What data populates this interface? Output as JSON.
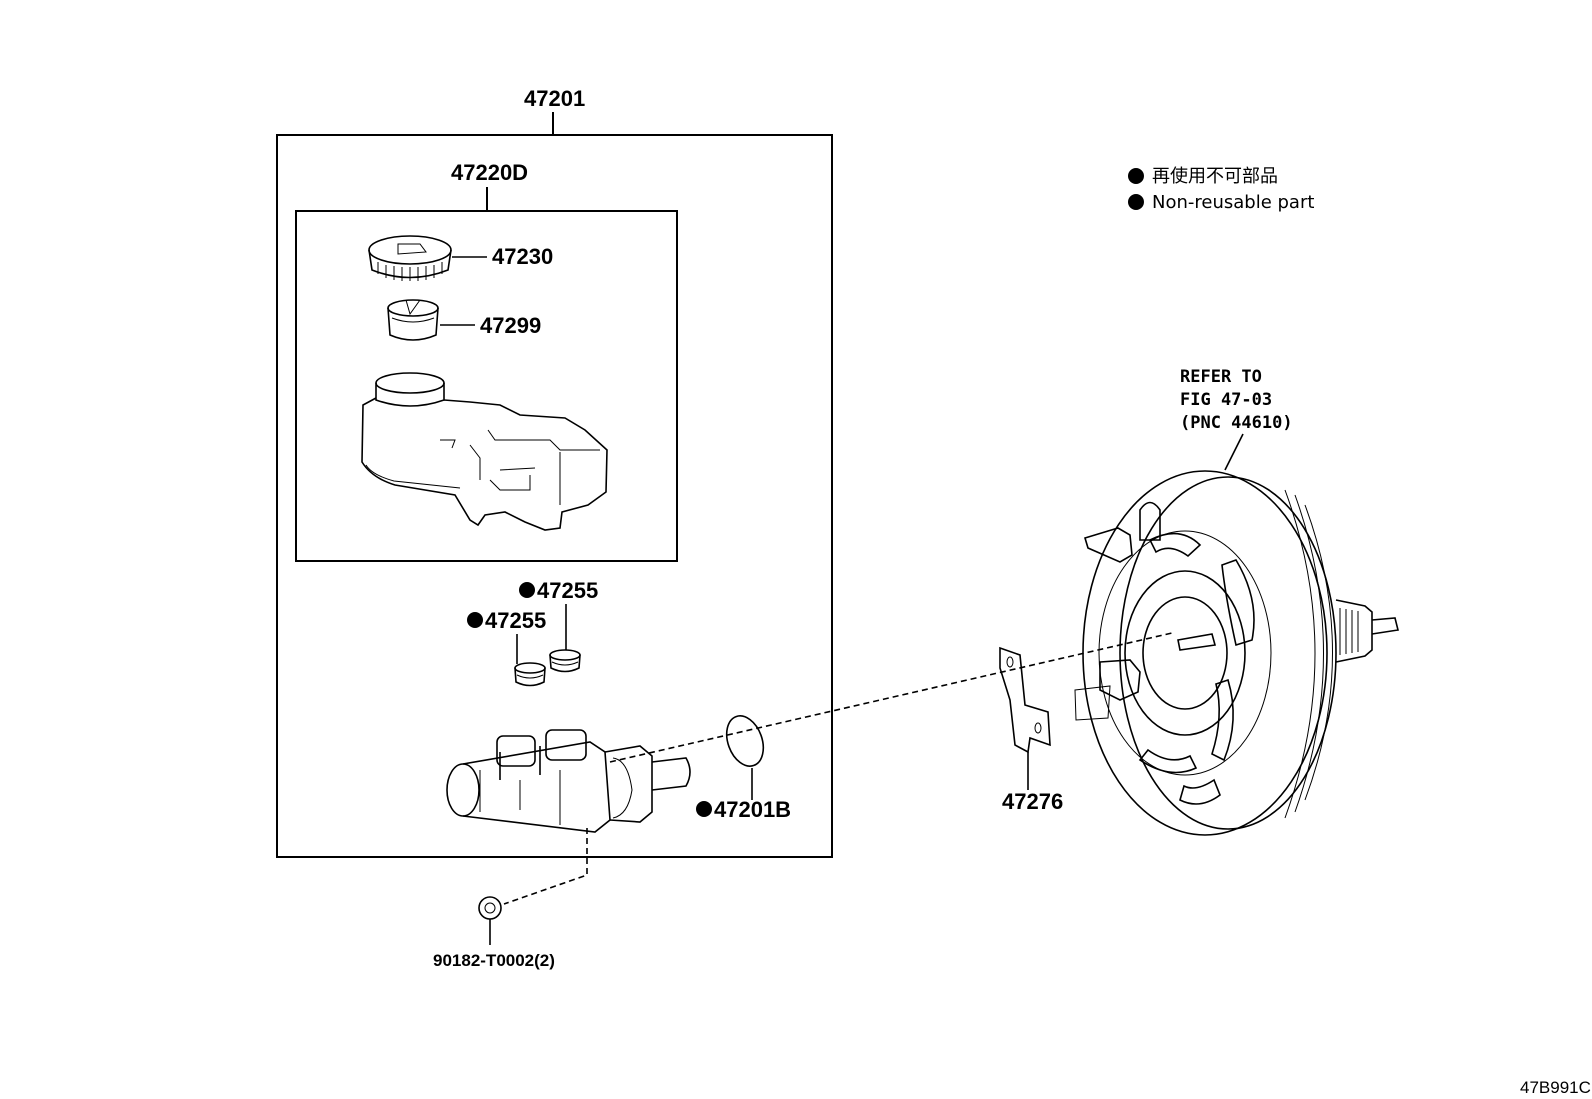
{
  "labels": {
    "assembly": "47201",
    "reservoir_set": "47220D",
    "cap": "47230",
    "strainer": "47299",
    "grommet_a": "47255",
    "grommet_b": "47255",
    "oring": "47201B",
    "bracket": "47276",
    "nut": "90182-T0002(2)"
  },
  "refer": {
    "line1": "REFER TO",
    "line2": "FIG 47-03",
    "line3": "(PNC 44610)"
  },
  "legend": {
    "jp": "再使用不可部品",
    "en": "Non-reusable part"
  },
  "figure_code": "47B991C"
}
